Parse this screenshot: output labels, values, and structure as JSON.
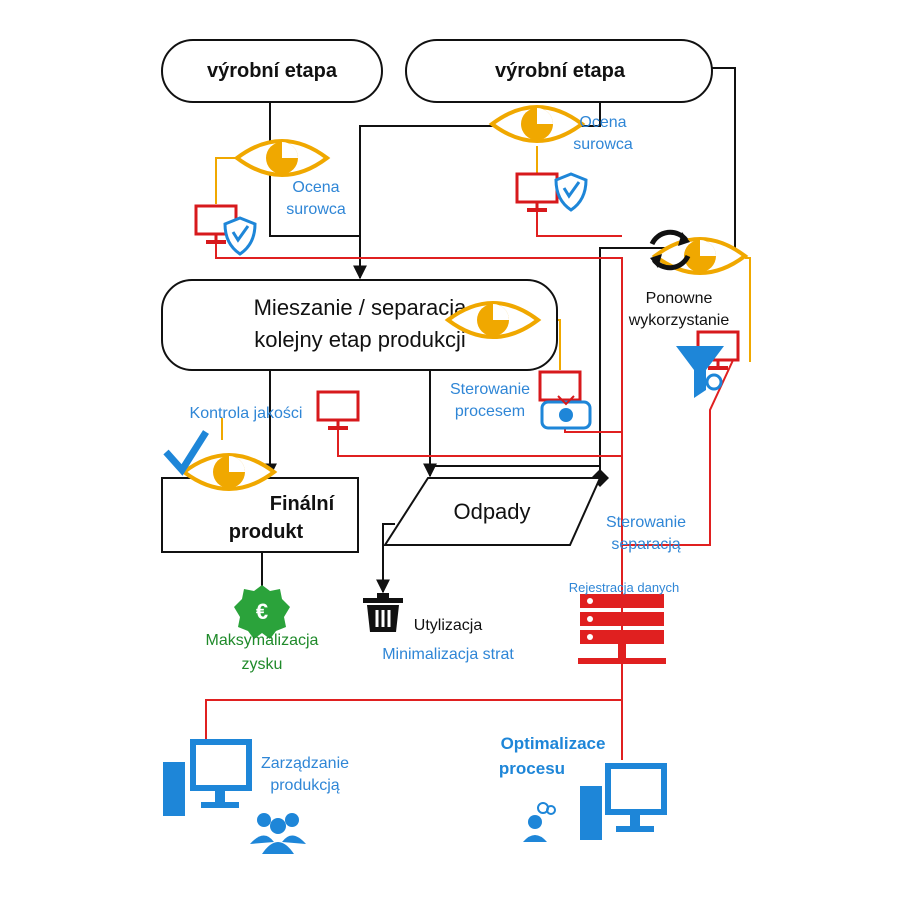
{
  "stages": {
    "stage_left": "výrobní etapa",
    "stage_right": "výrobní etapa"
  },
  "process": {
    "line1": "Mieszanie / separacja",
    "line2": "kolejny etap produkcji"
  },
  "final_product": {
    "line1": "Finální",
    "line2": "produkt"
  },
  "waste": "Odpady",
  "labels": {
    "ocena_left_1": "Ocena",
    "ocena_left_2": "surowca",
    "ocena_right_1": "Ocena",
    "ocena_right_2": "surowca",
    "reuse_1": "Ponowne",
    "reuse_2": "wykorzystanie",
    "quality_control": "Kontrola jakości",
    "process_control_1": "Sterowanie",
    "process_control_2": "procesem",
    "separation_control_1": "Sterowanie",
    "separation_control_2": "separacją",
    "data_registration": "Rejestracja danych",
    "profit_1": "Maksymalizacja",
    "profit_2": "zysku",
    "disposal": "Utylizacja",
    "loss_min": "Minimalizacja strat",
    "production_mgmt_1": "Zarządzanie",
    "production_mgmt_2": "produkcją",
    "optimization_1": "Optimalizace",
    "optimization_2": "procesu"
  },
  "icons": [
    "eye-icon",
    "monitor-icon",
    "shield-icon",
    "recycle-icon",
    "funnel-icon",
    "checkmark-icon",
    "euro-badge-icon",
    "trash-icon",
    "server-icon",
    "computer-icon",
    "people-icon",
    "analyst-icon"
  ],
  "colors": {
    "eye": "#f0a800",
    "monitor": "#d7191c",
    "blue_icon": "#1e86d8",
    "red_line": "#e02020",
    "label_blue": "#2f86d6",
    "label_green": "#1f8a2a"
  }
}
